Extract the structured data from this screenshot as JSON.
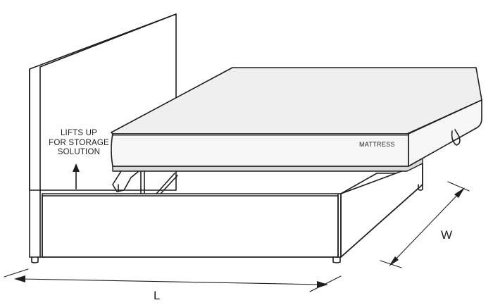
{
  "callout": {
    "lines": [
      "LIFTS UP",
      "FOR STORAGE",
      "SOLUTION"
    ]
  },
  "mattress": {
    "label": "MATTRESS"
  },
  "dimensions": {
    "length_label": "L",
    "width_label": "W"
  },
  "colors": {
    "stroke": "#1e1e1e",
    "mattress": "#efefef",
    "platform": "#d9d9d9"
  }
}
